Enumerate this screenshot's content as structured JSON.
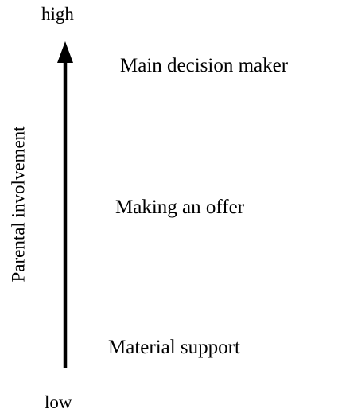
{
  "axis": {
    "title": "Parental involvement",
    "high_label": "high",
    "low_label": "low"
  },
  "levels": [
    {
      "label": "Main decision maker",
      "rank": 3
    },
    {
      "label": "Making an offer",
      "rank": 2
    },
    {
      "label": "Material support",
      "rank": 1
    }
  ],
  "colors": {
    "ink": "#000000",
    "background": "#ffffff"
  }
}
